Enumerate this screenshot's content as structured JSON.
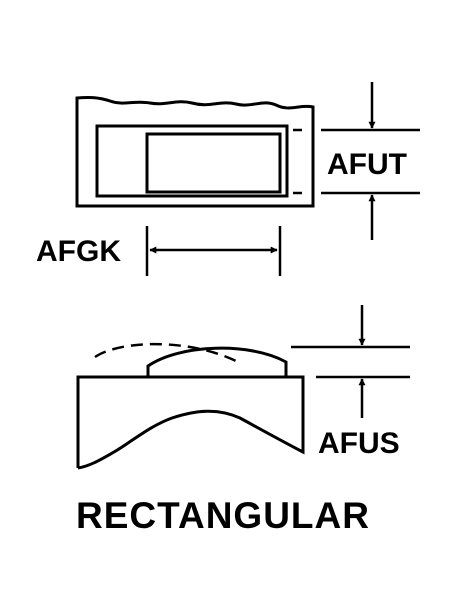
{
  "labels": {
    "thickness_top": "AFUT",
    "width": "AFGK",
    "thickness_side": "AFUS"
  },
  "title": "RECTANGULAR",
  "colors": {
    "ink": "#000000",
    "background": "#ffffff"
  }
}
